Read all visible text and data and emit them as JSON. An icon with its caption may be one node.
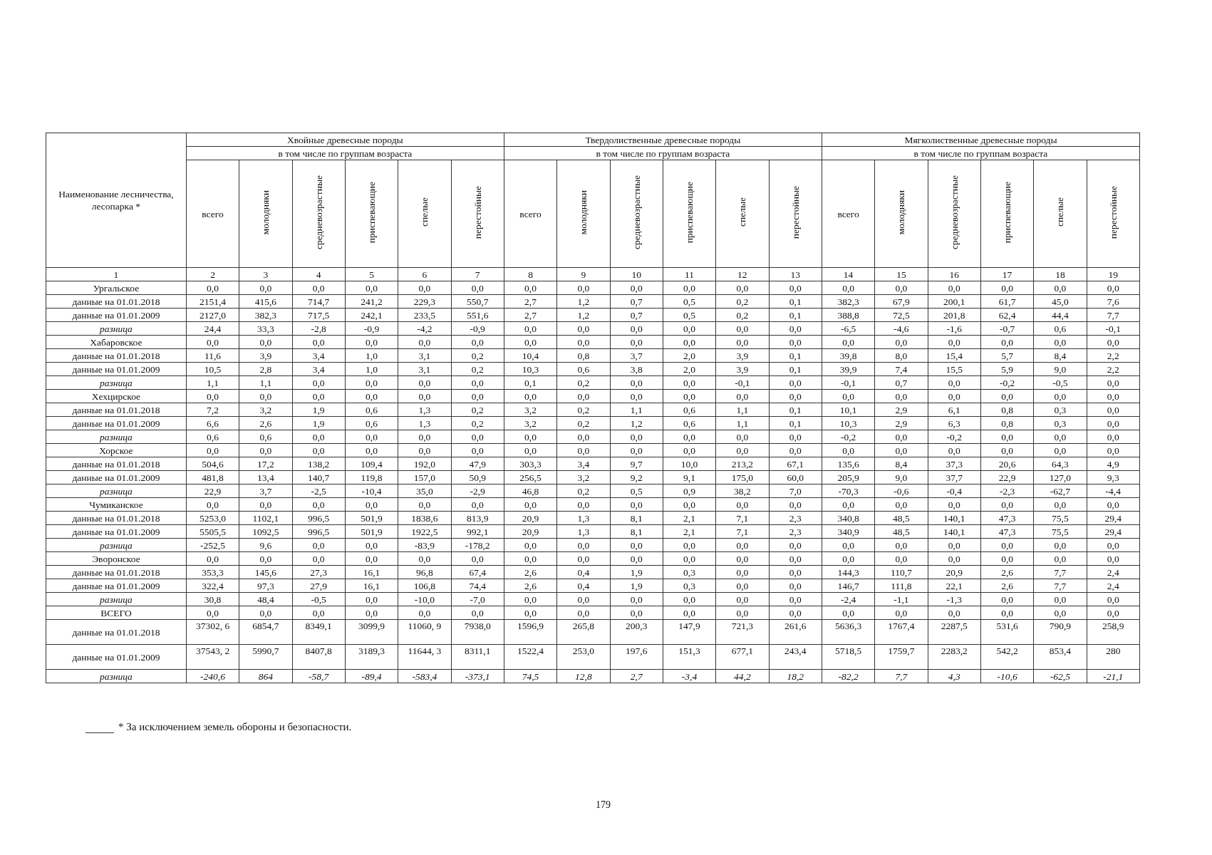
{
  "diagram": {
    "labels": [
      "Наименование лесничества, лесопарка *",
      "Хвойные древесные породы",
      "Твердолиственные древесные породы",
      "Мягколиственные древесные породы",
      "в том числе по группам возраста",
      "в том числе по группам возраста",
      "в том числе по группам возраста",
      "всего",
      "молодняки",
      "средневозрастные",
      "приспевающие",
      "спелые",
      "перестойные",
      "всего",
      "молодняки",
      "средневозрастные",
      "приспевающие",
      "спелые",
      "перестойные",
      "всего",
      "молодняки",
      "средневозрастные",
      "приспевающие",
      "спелые",
      "перестойные",
      "1",
      "2",
      "3",
      "4",
      "5",
      "6",
      "7",
      "8",
      "9",
      "10",
      "11",
      "12",
      "13",
      "14",
      "15",
      "16",
      "17",
      "18",
      "19",
      "Ургальское",
      "0,0",
      "0,0",
      "0,0",
      "0,0",
      "0,0",
      "0,0",
      "0,0",
      "0,0",
      "0,0",
      "0,0",
      "0,0",
      "0,0",
      "0,0",
      "0,0",
      "0,0",
      "0,0",
      "0,0",
      "0,0",
      "данные на 01.01.2018",
      "2151,4",
      "415,6",
      "714,7",
      "241,2",
      "229,3",
      "550,7",
      "2,7",
      "1,2",
      "0,7",
      "0,5",
      "0,2",
      "0,1",
      "382,3",
      "67,9",
      "200,1",
      "61,7",
      "45,0",
      "7,6",
      "данные на 01.01.2009",
      "2127,0",
      "382,3",
      "717,5",
      "242,1",
      "233,5",
      "551,6",
      "2,7",
      "1,2",
      "0,7",
      "0,5",
      "0,2",
      "0,1",
      "388,8",
      "72,5",
      "201,8",
      "62,4",
      "44,4",
      "7,7",
      "разница",
      "24,4",
      "33,3",
      "-2,8",
      "-0,9",
      "-4,2",
      "-0,9",
      "0,0",
      "0,0",
      "0,0",
      "0,0",
      "0,0",
      "0,0",
      "-6,5",
      "-4,6",
      "-1,6",
      "-0,7",
      "0,6",
      "-0,1",
      "Хабаровское",
      "0,0",
      "0,0",
      "0,0",
      "0,0",
      "0,0",
      "0,0",
      "0,0",
      "0,0",
      "0,0",
      "0,0",
      "0,0",
      "0,0",
      "0,0",
      "0,0",
      "0,0",
      "0,0",
      "0,0",
      "0,0",
      "данные на 01.01.2018",
      "11,6",
      "3,9",
      "3,4",
      "1,0",
      "3,1",
      "0,2",
      "10,4",
      "0,8",
      "3,7",
      "2,0",
      "3,9",
      "0,1",
      "39,8",
      "8,0",
      "15,4",
      "5,7",
      "8,4",
      "2,2",
      "данные на 01.01.2009",
      "10,5",
      "2,8",
      "3,4",
      "1,0",
      "3,1",
      "0,2",
      "10,3",
      "0,6",
      "3,8",
      "2,0",
      "3,9",
      "0,1",
      "39,9",
      "7,4",
      "15,5",
      "5,9",
      "9,0",
      "2,2",
      "разница",
      "1,1",
      "1,1",
      "0,0",
      "0,0",
      "0,0",
      "0,0",
      "0,1",
      "0,2",
      "0,0",
      "0,0",
      "-0,1",
      "0,0",
      "-0,1",
      "0,7",
      "0,0",
      "-0,2",
      "-0,5",
      "0,0",
      "Хехцирское",
      "0,0",
      "0,0",
      "0,0",
      "0,0",
      "0,0",
      "0,0",
      "0,0",
      "0,0",
      "0,0",
      "0,0",
      "0,0",
      "0,0",
      "0,0",
      "0,0",
      "0,0",
      "0,0",
      "0,0",
      "0,0",
      "данные на 01.01.2018",
      "7,2",
      "3,2",
      "1,9",
      "0,6",
      "1,3",
      "0,2",
      "3,2",
      "0,2",
      "1,1",
      "0,6",
      "1,1",
      "0,1",
      "10,1",
      "2,9",
      "6,1",
      "0,8",
      "0,3",
      "0,0",
      "данные на 01.01.2009",
      "6,6",
      "2,6",
      "1,9",
      "0,6",
      "1,3",
      "0,2",
      "3,2",
      "0,2",
      "1,2",
      "0,6",
      "1,1",
      "0,1",
      "10,3",
      "2,9",
      "6,3",
      "0,8",
      "0,3",
      "0,0",
      "разница",
      "0,6",
      "0,6",
      "0,0",
      "0,0",
      "0,0",
      "0,0",
      "0,0",
      "0,0",
      "0,0",
      "0,0",
      "0,0",
      "0,0",
      "-0,2",
      "0,0",
      "-0,2",
      "0,0",
      "0,0",
      "0,0",
      "Хорское",
      "0,0",
      "0,0",
      "0,0",
      "0,0",
      "0,0",
      "0,0",
      "0,0",
      "0,0",
      "0,0",
      "0,0",
      "0,0",
      "0,0",
      "0,0",
      "0,0",
      "0,0",
      "0,0",
      "0,0",
      "0,0",
      "данные на 01.01.2018",
      "504,6",
      "17,2",
      "138,2",
      "109,4",
      "192,0",
      "47,9",
      "303,3",
      "3,4",
      "9,7",
      "10,0",
      "213,2",
      "67,1",
      "135,6",
      "8,4",
      "37,3",
      "20,6",
      "64,3",
      "4,9",
      "данные на 01.01.2009",
      "481,8",
      "13,4",
      "140,7",
      "119,8",
      "157,0",
      "50,9",
      "256,5",
      "3,2",
      "9,2",
      "9,1",
      "175,0",
      "60,0",
      "205,9",
      "9,0",
      "37,7",
      "22,9",
      "127,0",
      "9,3",
      "разница",
      "22,9",
      "3,7",
      "-2,5",
      "-10,4",
      "35,0",
      "-2,9",
      "46,8",
      "0,2",
      "0,5",
      "0,9",
      "38,2",
      "7,0",
      "-70,3",
      "-0,6",
      "-0,4",
      "-2,3",
      "-62,7",
      "-4,4",
      "Чумиканское",
      "0,0",
      "0,0",
      "0,0",
      "0,0",
      "0,0",
      "0,0",
      "0,0",
      "0,0",
      "0,0",
      "0,0",
      "0,0",
      "0,0",
      "0,0",
      "0,0",
      "0,0",
      "0,0",
      "0,0",
      "0,0",
      "данные на 01.01.2018",
      "5253,0",
      "1102,1",
      "996,5",
      "501,9",
      "1838,6",
      "813,9",
      "20,9",
      "1,3",
      "8,1",
      "2,1",
      "7,1",
      "2,3",
      "340,8",
      "48,5",
      "140,1",
      "47,3",
      "75,5",
      "29,4",
      "данные на 01.01.2009",
      "5505,5",
      "1092,5",
      "996,5",
      "501,9",
      "1922,5",
      "992,1",
      "20,9",
      "1,3",
      "8,1",
      "2,1",
      "7,1",
      "2,3",
      "340,9",
      "48,5",
      "140,1",
      "47,3",
      "75,5",
      "29,4",
      "разница",
      "-252,5",
      "9,6",
      "0,0",
      "0,0",
      "-83,9",
      "-178,2",
      "0,0",
      "0,0",
      "0,0",
      "0,0",
      "0,0",
      "0,0",
      "0,0",
      "0,0",
      "0,0",
      "0,0",
      "0,0",
      "0,0",
      "Эворонское",
      "0,0",
      "0,0",
      "0,0",
      "0,0",
      "0,0",
      "0,0",
      "0,0",
      "0,0",
      "0,0",
      "0,0",
      "0,0",
      "0,0",
      "0,0",
      "0,0",
      "0,0",
      "0,0",
      "0,0",
      "0,0",
      "данные на 01.01.2018",
      "353,3",
      "145,6",
      "27,3",
      "16,1",
      "96,8",
      "67,4",
      "2,6",
      "0,4",
      "1,9",
      "0,3",
      "0,0",
      "0,0",
      "144,3",
      "110,7",
      "20,9",
      "2,6",
      "7,7",
      "2,4",
      "данные на 01.01.2009",
      "322,4",
      "97,3",
      "27,9",
      "16,1",
      "106,8",
      "74,4",
      "2,6",
      "0,4",
      "1,9",
      "0,3",
      "0,0",
      "0,0",
      "146,7",
      "111,8",
      "22,1",
      "2,6",
      "7,7",
      "2,4",
      "разница",
      "30,8",
      "48,4",
      "-0,5",
      "0,0",
      "-10,0",
      "-7,0",
      "0,0",
      "0,0",
      "0,0",
      "0,0",
      "0,0",
      "0,0",
      "-2,4",
      "-1,1",
      "-1,3",
      "0,0",
      "0,0",
      "0,0",
      "ВСЕГО",
      "0,0",
      "0,0",
      "0,0",
      "0,0",
      "0,0",
      "0,0",
      "0,0",
      "0,0",
      "0,0",
      "0,0",
      "0,0",
      "0,0",
      "0,0",
      "0,0",
      "0,0",
      "0,0",
      "0,0",
      "0,0",
      "данные на 01.01.2018",
      "37302, 6",
      "6854,7",
      "8349,1",
      "3099,9",
      "11060, 9",
      "7938,0",
      "1596,9",
      "265,8",
      "200,3",
      "147,9",
      "721,3",
      "261,6",
      "5636,3",
      "1767,4",
      "2287,5",
      "531,6",
      "790,9",
      "258,9",
      "данные на 01.01.2009",
      "37543, 2",
      "5990,7",
      "8407,8",
      "3189,3",
      "11644, 3",
      "8311,1",
      "1522,4",
      "253,0",
      "197,6",
      "151,3",
      "677,1",
      "243,4",
      "5718,5",
      "1759,7",
      "2283,2",
      "542,2",
      "853,4",
      "280",
      "разница",
      "-240,6",
      "864",
      "-58,7",
      "-89,4",
      "-583,4",
      "-373,1",
      "74,5",
      "12,8",
      "2,7",
      "-3,4",
      "44,2",
      "18,2",
      "-82,2",
      "7,7",
      "4,3",
      "-10,6",
      "-62,5",
      "-21,1",
      "* За исключением земель обороны и безопасности.",
      "179"
    ]
  }
}
